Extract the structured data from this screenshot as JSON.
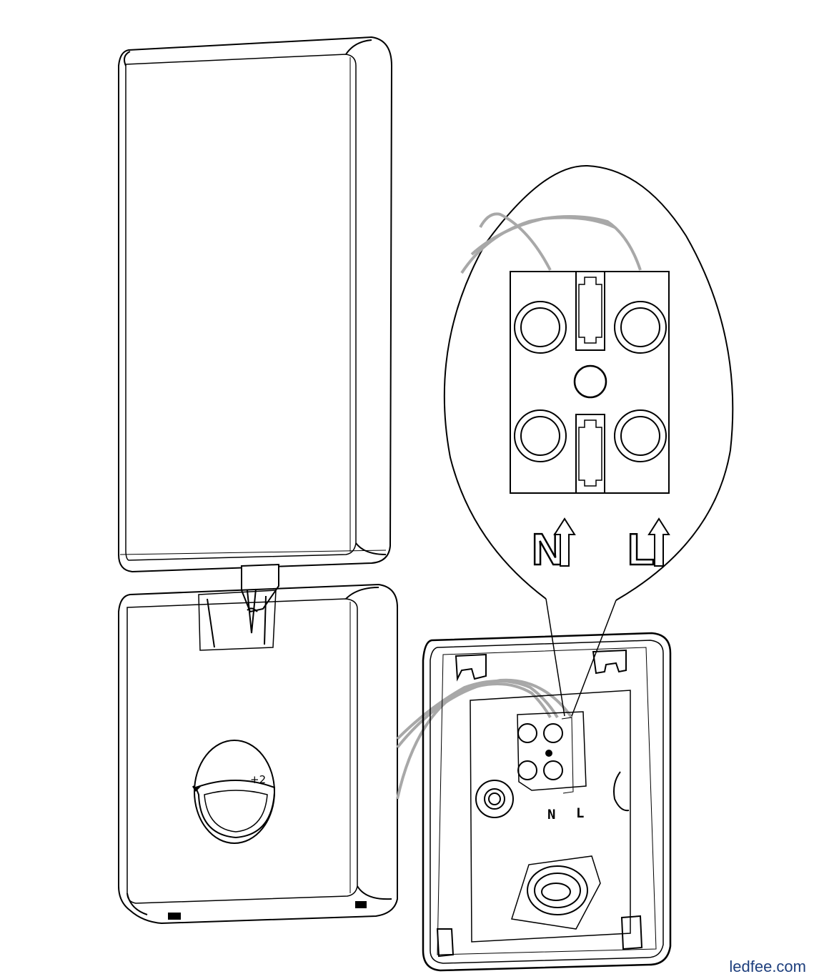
{
  "callout": {
    "neutral_label": "N",
    "live_label": "L"
  },
  "base": {
    "neutral_label": "N",
    "live_label": "L"
  },
  "sensor": {
    "mark": "+2"
  },
  "watermark": "ledfee.com",
  "colors": {
    "line": "#000000",
    "wire": "#a8a8a8",
    "background": "#ffffff"
  }
}
